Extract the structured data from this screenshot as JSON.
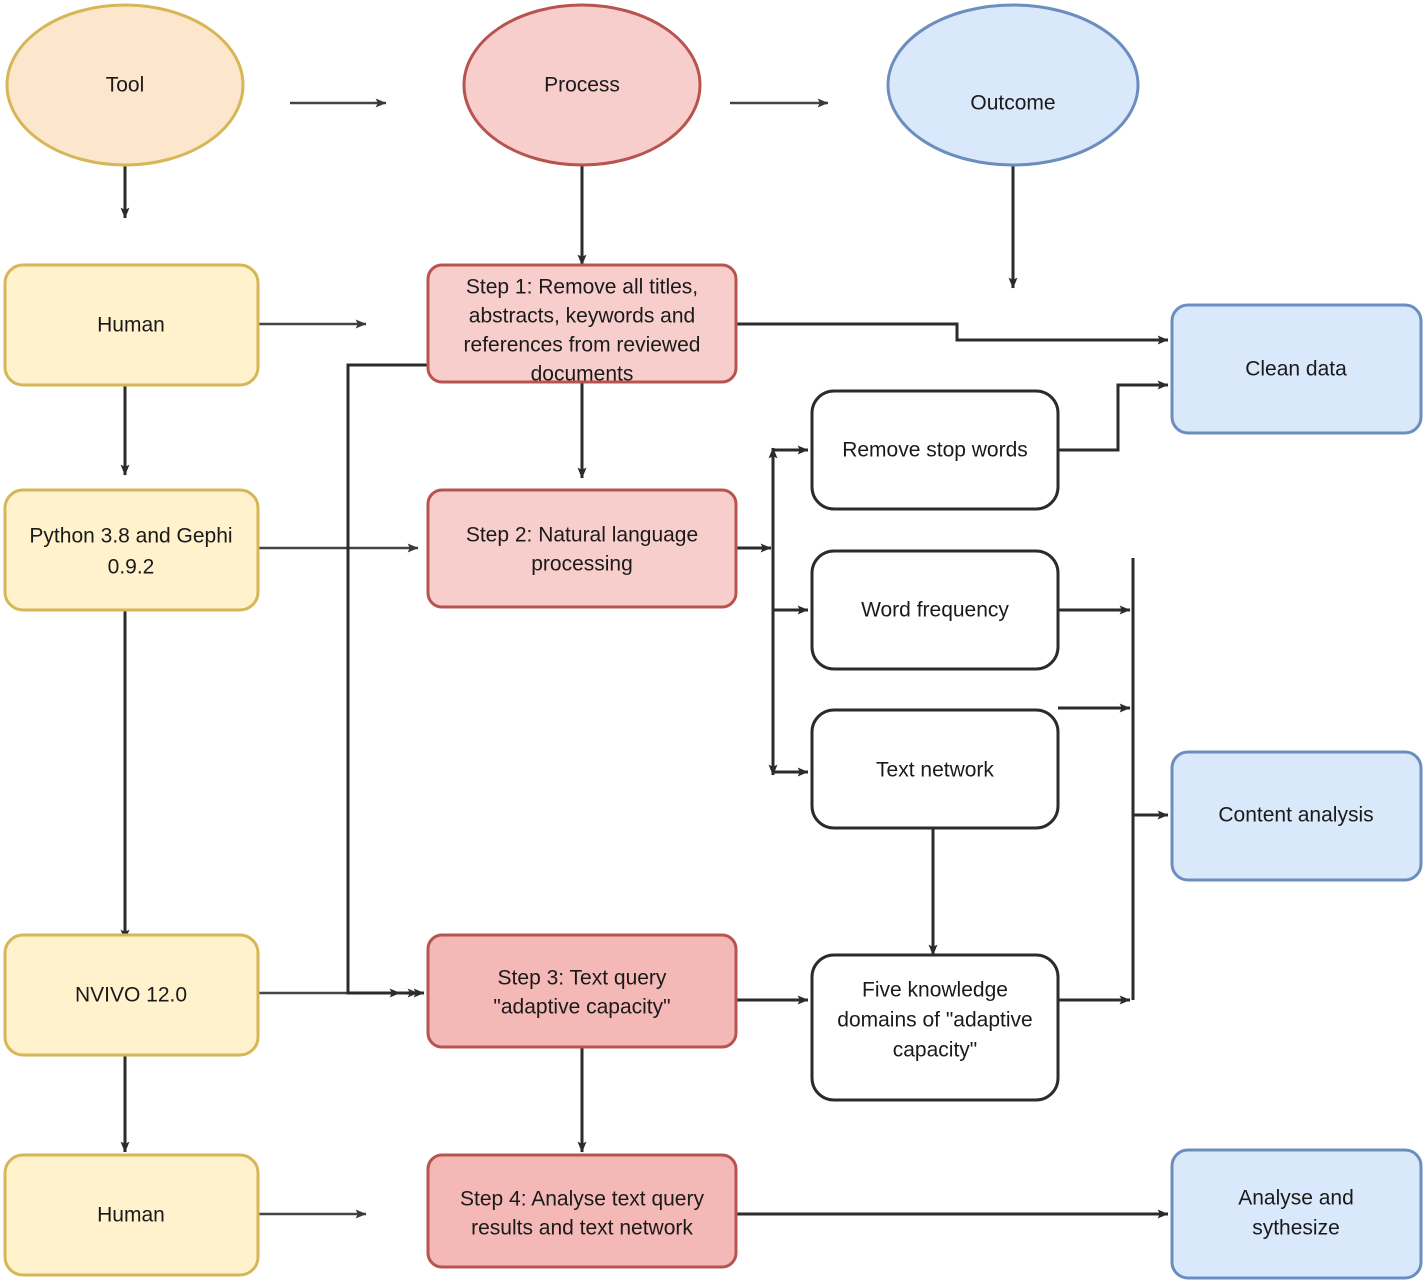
{
  "diagram": {
    "title": "Research methodology flowchart",
    "colors": {
      "tool_ellipse_fill": "#FCE6CC",
      "tool_ellipse_stroke": "#D6B656",
      "process_ellipse_fill": "#F8CECC",
      "process_ellipse_stroke": "#B85450",
      "outcome_ellipse_fill": "#DAE8FC",
      "outcome_ellipse_stroke": "#6C8EBF",
      "tool_box_fill": "#FFF2CC",
      "tool_box_stroke": "#D6B656",
      "process_box_fill": "#F8CECC",
      "process_box_stroke": "#B85450",
      "outcome_box_fill": "#DAE8FC",
      "outcome_box_stroke": "#6C8EBF",
      "plain_box_fill": "#FFFFFF",
      "plain_box_stroke": "#2B2B2B",
      "arrow_color": "#2B2B2B",
      "background": "#FFFFFF"
    },
    "legend": [
      {
        "id": "legend-tool",
        "label": "Tool",
        "shape": "ellipse",
        "category": "tool"
      },
      {
        "id": "legend-process",
        "label": "Process",
        "shape": "ellipse",
        "category": "process"
      },
      {
        "id": "legend-outcome",
        "label": "Outcome",
        "shape": "ellipse",
        "category": "outcome"
      }
    ],
    "tools": [
      {
        "id": "tool-human-1",
        "label": "Human"
      },
      {
        "id": "tool-python-gephi",
        "label_line1": "Python 3.8 and Gephi",
        "label_line2": "0.9.2"
      },
      {
        "id": "tool-nvivo",
        "label": "NVIVO 12.0"
      },
      {
        "id": "tool-human-2",
        "label": "Human"
      }
    ],
    "steps": [
      {
        "id": "step-1",
        "label_line1": "Step 1: Remove all titles,",
        "label_line2": "abstracts, keywords and",
        "label_line3": "references from reviewed",
        "label_line4": "documents"
      },
      {
        "id": "step-2",
        "label_line1": "Step 2: Natural language",
        "label_line2": "processing"
      },
      {
        "id": "step-3",
        "label_line1": "Step 3: Text query",
        "label_line2": "\"adaptive capacity\""
      },
      {
        "id": "step-4",
        "label_line1": "Step 4: Analyse text query",
        "label_line2": "results and text network"
      }
    ],
    "subprocesses": [
      {
        "id": "sub-remove-stop-words",
        "label": "Remove stop words"
      },
      {
        "id": "sub-word-frequency",
        "label": "Word frequency"
      },
      {
        "id": "sub-text-network",
        "label": "Text network"
      },
      {
        "id": "sub-five-domains",
        "label_line1": "Five knowledge",
        "label_line2": "domains of \"adaptive",
        "label_line3": "capacity\""
      }
    ],
    "outcomes": [
      {
        "id": "outcome-clean-data",
        "label": "Clean data"
      },
      {
        "id": "outcome-content-analysis",
        "label": "Content analysis"
      },
      {
        "id": "outcome-analyse-sythesize",
        "label_line1": "Analyse and",
        "label_line2": "sythesize"
      }
    ]
  }
}
